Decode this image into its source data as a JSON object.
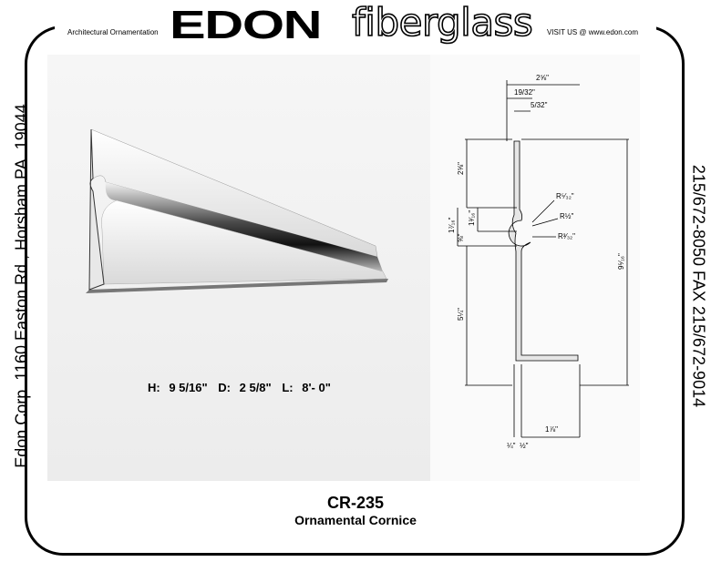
{
  "header": {
    "left_text": "Architectural Ornamentation",
    "logo_bold": "EDON",
    "logo_outline": "fiberglass",
    "right_text": "VISIT US @ www.edon.com"
  },
  "side": {
    "left": "Edon Corp.  1160 Easton Rd., Horsham PA. 19044",
    "right": "215/672-8050  FAX 215/672-9014"
  },
  "specs": {
    "h_label": "H:",
    "h_value": "9 5/16\"",
    "d_label": "D:",
    "d_value": "2 5/8\"",
    "l_label": "L:",
    "l_value": "8'- 0\""
  },
  "product": {
    "code": "CR-235",
    "name": "Ornamental Cornice"
  },
  "drawing": {
    "top_width": "2⅝\"",
    "top_small_a": "19/32\"",
    "top_small_b": "5/32\"",
    "upper_height": "2⅝\"",
    "bead_a": "1⁷⁄₁₆\"",
    "bead_b": "1³⁄₁₆\"",
    "bead_c": "⅝\"",
    "radius_a": "R⁵⁄₃₂\"",
    "radius_b": "R½\"",
    "radius_c": "R³⁄₃₂\"",
    "lower_height": "5¼\"",
    "total_height": "9⁵⁄₁₆\"",
    "foot_width": "1⅞\"",
    "bottom_a": "¼\"",
    "bottom_b": "½\""
  }
}
